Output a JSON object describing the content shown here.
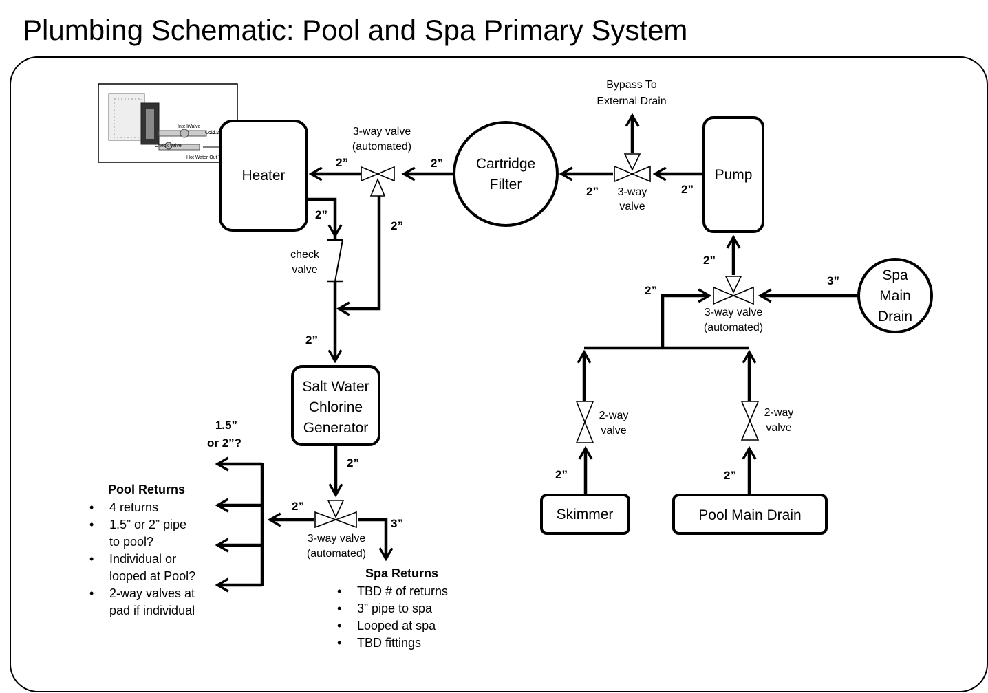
{
  "title": "Plumbing Schematic: Pool and Spa Primary System",
  "components": {
    "heater": "Heater",
    "cartridge_filter": [
      "Cartridge",
      "Filter"
    ],
    "pump": "Pump",
    "salt_water_chlorine_generator": [
      "Salt Water",
      "Chlorine",
      "Generator"
    ],
    "skimmer": "Skimmer",
    "pool_main_drain": "Pool Main Drain",
    "spa_main_drain": [
      "Spa",
      "Main",
      "Drain"
    ]
  },
  "heater_image": {
    "labels": [
      "IntelliValve",
      "Cold Water In",
      "Check Valve",
      "Hot Water Out To Pool"
    ]
  },
  "valves": {
    "heater_3way": [
      "3-way valve",
      "(automated)"
    ],
    "filter_bypass_3way": [
      "3-way",
      "valve"
    ],
    "check_valve": [
      "check",
      "valve"
    ],
    "pump_suction_3way": [
      "3-way valve",
      "(automated)"
    ],
    "returns_3way": [
      "3-way valve",
      "(automated)"
    ],
    "skimmer_2way": [
      "2-way",
      "valve"
    ],
    "main_drain_2way": [
      "2-way",
      "valve"
    ]
  },
  "bypass_label": [
    "Bypass To",
    "External Drain"
  ],
  "pipe_sizes": {
    "heater_to_valve": "2”",
    "filter_to_valve": "2”",
    "valve_down_branch": "2”",
    "filter_in": "2”",
    "pump_out": "2”",
    "heater_out": "2”",
    "to_generator": "2”",
    "pump_in": "2”",
    "pool_suction": "2”",
    "spa_drain": "3”",
    "skimmer": "2”",
    "pool_main_drain": "2”",
    "generator_out": "2”",
    "pool_returns": "2”",
    "spa_returns": "3”",
    "pool_return_question": [
      "1.5”",
      "or 2”?"
    ]
  },
  "pool_returns": {
    "heading": "Pool Returns",
    "items": [
      "4 returns",
      "1.5” or 2” pipe",
      "to pool?",
      "Individual or",
      "looped at Pool?",
      "2-way valves at",
      "pad if individual"
    ]
  },
  "spa_returns": {
    "heading": "Spa Returns",
    "items": [
      "TBD # of returns",
      "3” pipe to spa",
      "Looped at spa",
      "TBD fittings"
    ]
  }
}
